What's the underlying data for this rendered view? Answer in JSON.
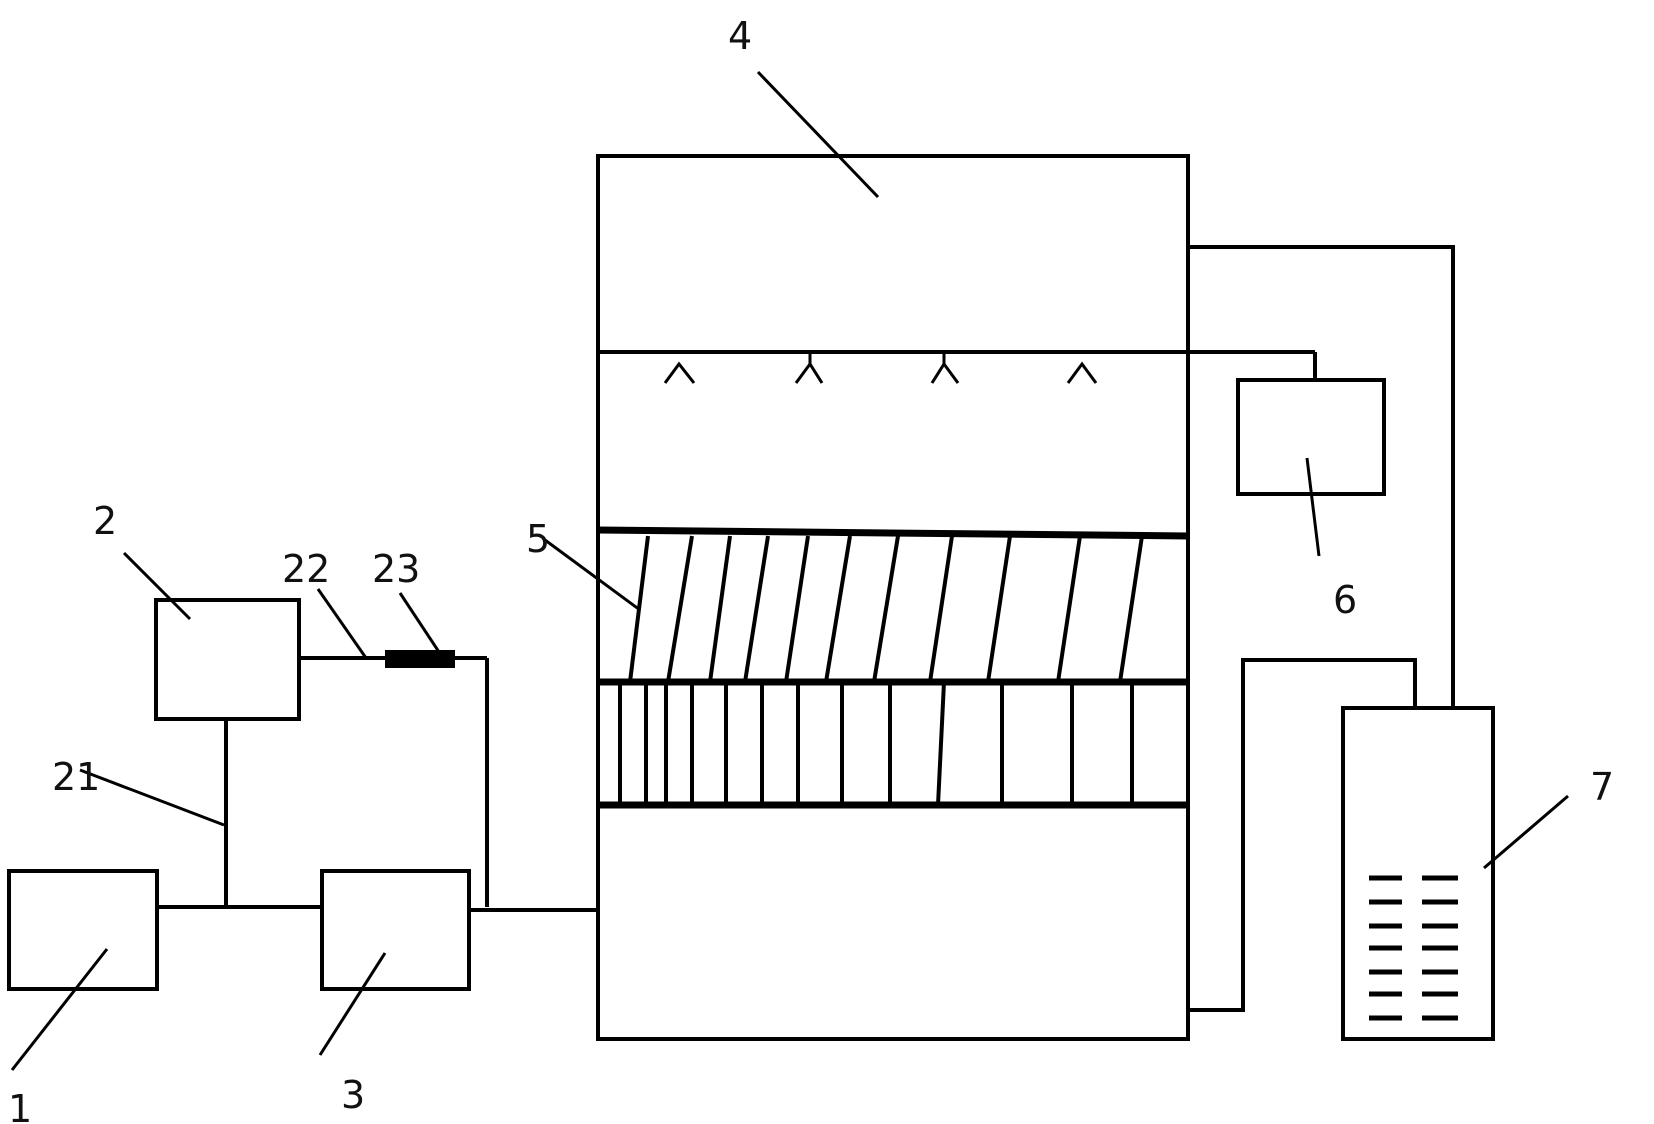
{
  "diagram": {
    "stroke_color": "#000000",
    "background": "#ffffff",
    "labels": {
      "l1": "1",
      "l2": "2",
      "l3": "3",
      "l4": "4",
      "l5": "5",
      "l6": "6",
      "l7": "7",
      "l21": "21",
      "l22": "22",
      "l23": "23"
    }
  }
}
